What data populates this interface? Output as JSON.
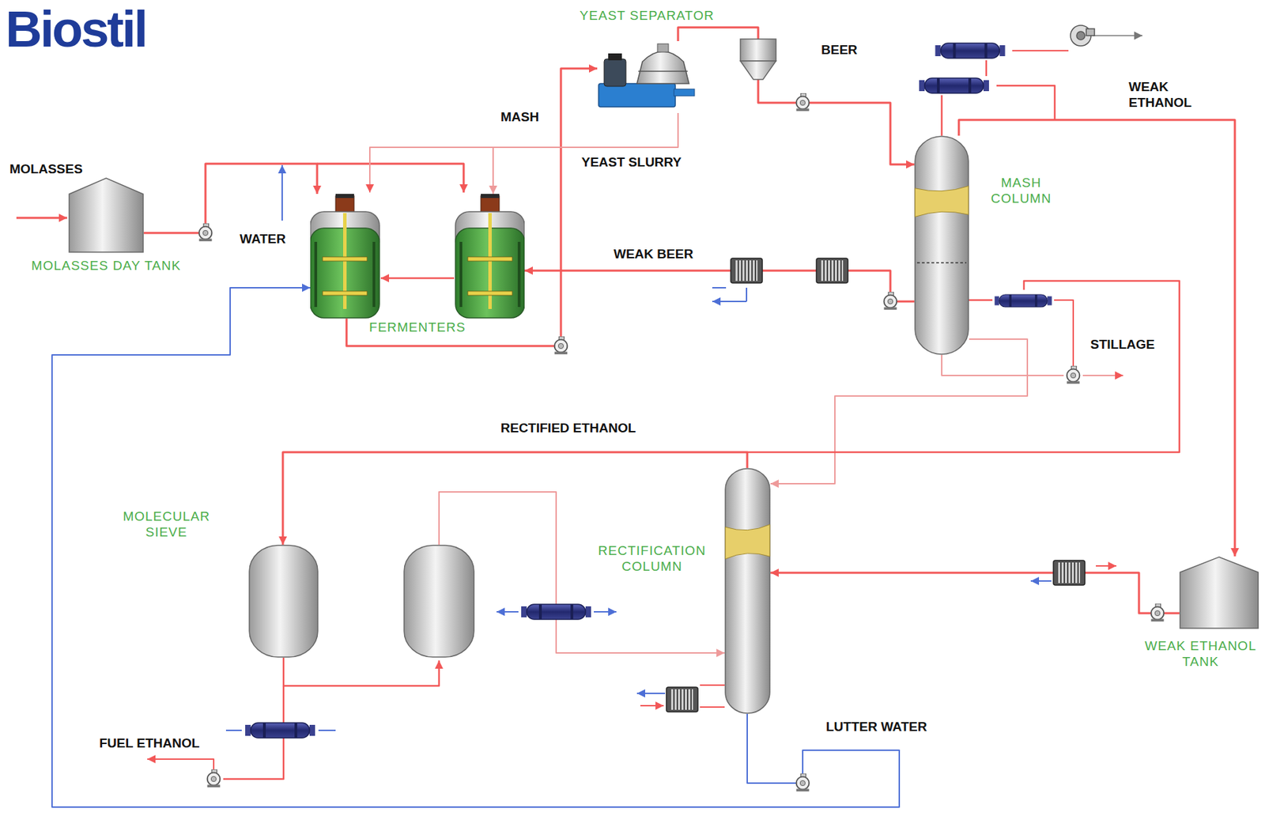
{
  "diagram": {
    "title": "Biostil",
    "nodes": [
      {
        "text": [
          "MOLASSES DAY TANK"
        ]
      },
      {
        "text": [
          "FERMENTERS"
        ]
      },
      {
        "text": [
          "YEAST SEPARATOR"
        ]
      },
      {
        "text": [
          "MASH COLUMN"
        ]
      },
      {
        "text": [
          "RECTIFICATION COLUMN"
        ]
      },
      {
        "text": [
          "MOLECULAR SIEVE"
        ]
      },
      {
        "text": [
          "WEAK ETHANOL TANK"
        ]
      }
    ],
    "edges": [
      {
        "from": 0,
        "to": 1,
        "arrow": "to"
      },
      {
        "from": 1,
        "to": 2,
        "label": "MASH",
        "arrow": "to"
      },
      {
        "from": 2,
        "to": 1,
        "label": "YEAST SLURRY",
        "arrow": "to"
      },
      {
        "from": 2,
        "to": 3,
        "label": "BEER",
        "arrow": "to"
      },
      {
        "from": 3,
        "to": 1,
        "label": "WEAK BEER",
        "arrow": "to"
      },
      {
        "from": 3,
        "to": 6,
        "label": "WEAK ETHANOL",
        "arrow": "to"
      },
      {
        "from": 6,
        "to": 4,
        "arrow": "to"
      },
      {
        "from": 3,
        "to": 4,
        "arrow": "to"
      },
      {
        "from": 4,
        "to": 5,
        "label": "RECTIFIED ETHANOL",
        "arrow": "to"
      },
      {
        "from": 5,
        "to": 4,
        "arrow": "to"
      },
      {
        "from": 4,
        "to": 1,
        "label": "LUTTER WATER",
        "arrow": "to"
      }
    ],
    "labels": [
      "MOLASSES",
      "WATER",
      "STILLAGE",
      "FUEL ETHANOL"
    ]
  }
}
